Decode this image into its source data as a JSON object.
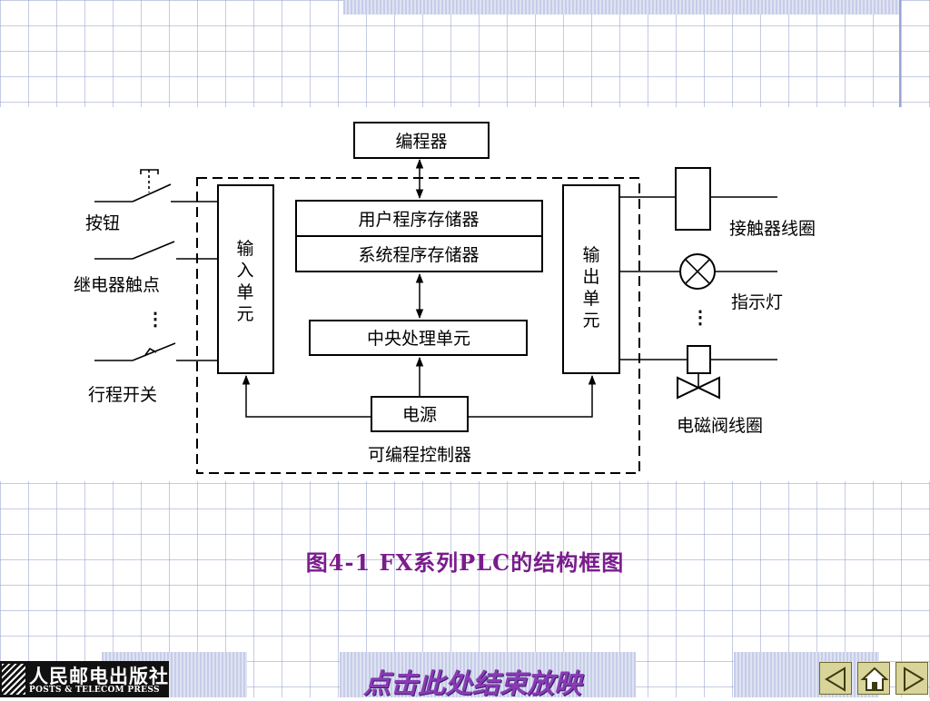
{
  "diagram": {
    "programmer": "编程器",
    "user_memory": "用户程序存储器",
    "system_memory": "系统程序存储器",
    "cpu": "中央处理单元",
    "power": "电源",
    "plc_label": "可编程控制器",
    "input_unit": [
      "输",
      "入",
      "单",
      "元"
    ],
    "output_unit": [
      "输",
      "出",
      "单",
      "元"
    ],
    "inputs": {
      "button": "按钮",
      "relay_contact": "继电器触点",
      "ellipsis": "⋮",
      "limit_switch": "行程开关"
    },
    "outputs": {
      "contactor_coil": "接触器线圈",
      "indicator_lamp": "指示灯",
      "ellipsis": "⋮",
      "solenoid_valve": "电磁阀线圈"
    }
  },
  "caption": "图4-1   FX系列PLC的结构框图",
  "footer": {
    "publisher_cn": "人民邮电出版社",
    "publisher_en": "POSTS & TELECOM PRESS",
    "end_show": "点击此处结束放映",
    "nav": [
      "prev-arrow-icon",
      "home-icon",
      "next-arrow-icon"
    ]
  },
  "colors": {
    "caption": "#7a1c8c",
    "end_show": "#8a3ab5",
    "grid": "#96a0cd",
    "nav_button": "#d8d49a"
  }
}
